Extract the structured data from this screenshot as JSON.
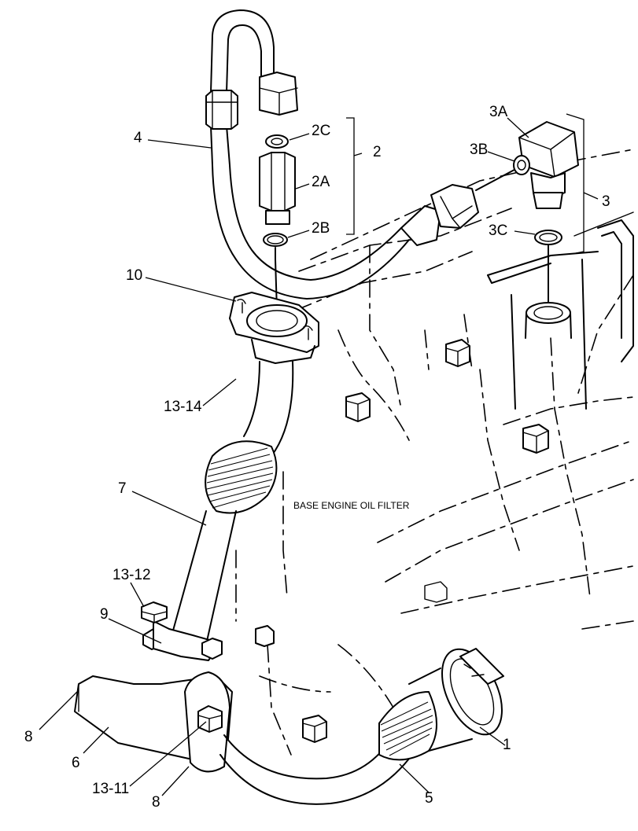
{
  "diagram": {
    "note": "BASE ENGINE OIL FILTER",
    "callouts": {
      "c4": "4",
      "c2c": "2C",
      "c2": "2",
      "c2a": "2A",
      "c2b": "2B",
      "c3a": "3A",
      "c3b": "3B",
      "c3": "3",
      "c3c": "3C",
      "c10": "10",
      "c13_14": "13-14",
      "c7": "7",
      "c13_12": "13-12",
      "c9": "9",
      "c8_left": "8",
      "c6": "6",
      "c13_11": "13-11",
      "c8_bottom": "8",
      "c5": "5",
      "c1": "1"
    }
  }
}
